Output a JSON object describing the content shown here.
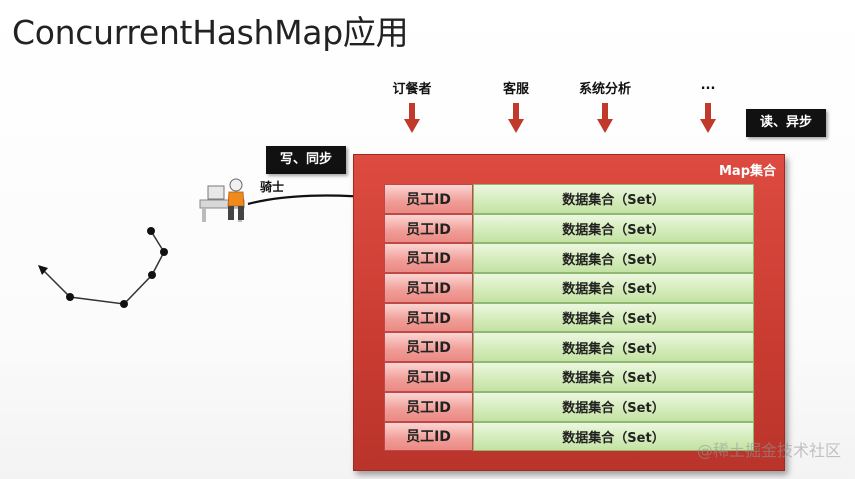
{
  "title": "ConcurrentHashMap应用",
  "roles": [
    "订餐者",
    "客服",
    "系统分析",
    "..."
  ],
  "labels": {
    "read_async": "读、异步",
    "write_sync": "写、同步",
    "rider": "骑士",
    "map_set": "Map集合"
  },
  "rows": [
    {
      "key": "员工ID",
      "value": "数据集合（Set）"
    },
    {
      "key": "员工ID",
      "value": "数据集合（Set）"
    },
    {
      "key": "员工ID",
      "value": "数据集合（Set）"
    },
    {
      "key": "员工ID",
      "value": "数据集合（Set）"
    },
    {
      "key": "员工ID",
      "value": "数据集合（Set）"
    },
    {
      "key": "员工ID",
      "value": "数据集合（Set）"
    },
    {
      "key": "员工ID",
      "value": "数据集合（Set）"
    },
    {
      "key": "员工ID",
      "value": "数据集合（Set）"
    },
    {
      "key": "员工ID",
      "value": "数据集合（Set）"
    }
  ],
  "watermark": "@稀土掘金技术社区",
  "colors": {
    "map_red": "#c93b31",
    "key_pink": "#f19c96",
    "value_green": "#d2ebb8",
    "arrow_red": "#c0392b"
  },
  "icons": [
    "rider-figure-icon",
    "path-route-icon"
  ]
}
